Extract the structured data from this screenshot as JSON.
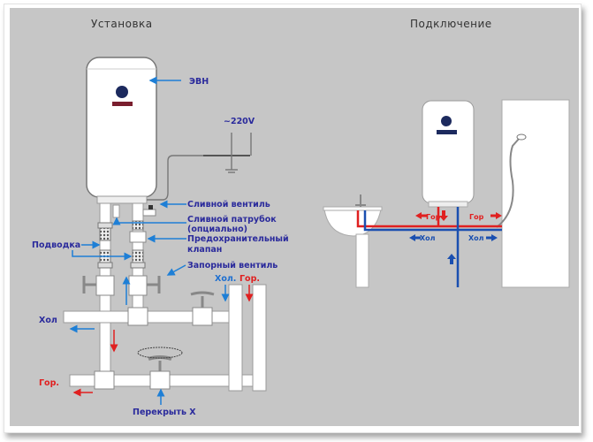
{
  "left_panel": {
    "title": "Установка",
    "labels": {
      "heater": "ЭВН",
      "voltage": "~220V",
      "drain_valve": "Сливной вентиль",
      "drain_pipe_line1": "Сливной патрубок",
      "drain_pipe_line2": "(опциально)",
      "safety_valve_line1": "Предохранительный",
      "safety_valve_line2": "клапан",
      "supply": "Подводка",
      "shutoff_valve": "Запорный вентиль",
      "cold_riser": "Хол.",
      "hot_riser": "Гор.",
      "cold_line": "Хол",
      "hot_line": "Гор.",
      "shut_off": "Перекрыть X"
    }
  },
  "right_panel": {
    "title": "Подключение",
    "labels": {
      "hot_left": "Гор",
      "hot_right": "Гор",
      "cold_left": "Хол",
      "cold_right": "Хол"
    }
  },
  "colors": {
    "background": "#c6c6c6",
    "hot": "#e02020",
    "cold": "#1a4fb0",
    "pointer": "#1e7fd6",
    "label": "#2a2a9c"
  }
}
